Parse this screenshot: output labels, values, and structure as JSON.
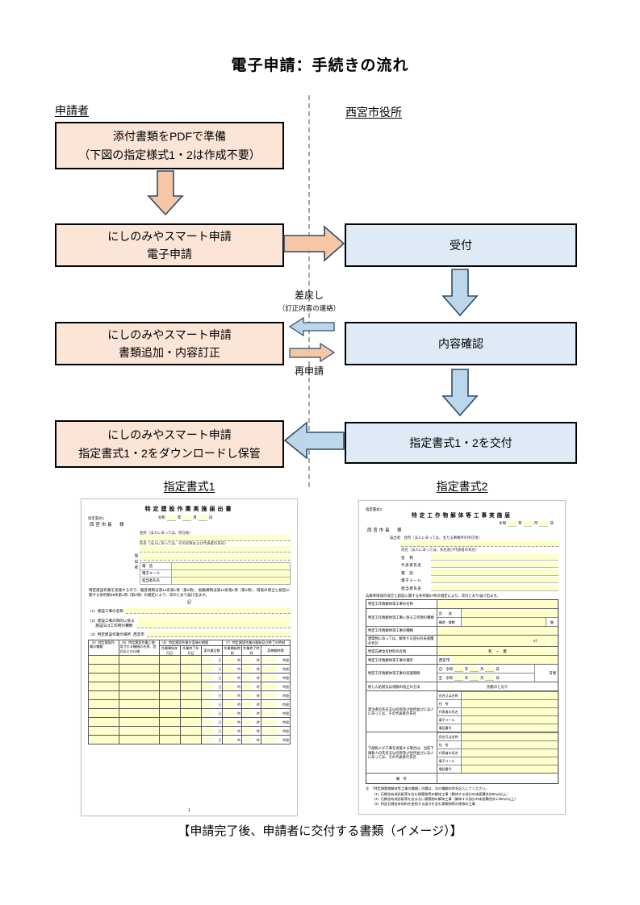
{
  "title": "電子申請：手続きの流れ",
  "lanes": {
    "applicant": "申請者",
    "city": "西宮市役所"
  },
  "flow": {
    "prepare": {
      "line1": "添付書類をPDFで準備",
      "line2": "（下図の指定様式1・2は作成不要）"
    },
    "submit": {
      "line1": "にしのみやスマート申請",
      "line2": "電子申請"
    },
    "reception": "受付",
    "correction": {
      "line1": "にしのみやスマート申請",
      "line2": "書類追加・内容訂正"
    },
    "confirm": "内容確認",
    "download": {
      "line1": "にしのみやスマート申請",
      "line2": "指定書式1・2をダウンロードし保管"
    },
    "issue": "指定書式1・2を交付",
    "return_label": "差戻し",
    "return_note": "（訂正内容の連絡）",
    "resubmit_label": "再申請"
  },
  "form1": {
    "heading": "指定書式1",
    "form_id": "指定書式1",
    "title": "特定建設作業実施届出書",
    "date": {
      "era": "令和",
      "y": "年",
      "m": "月",
      "d": "日"
    },
    "mayor": "西宮市長　様",
    "address_label": "住所（法人にあっては、所在地）",
    "submitter_label": "届出者",
    "name_label": "氏名（法人にあっては、その名称および代表者の氏名）",
    "tel_label": "電　話",
    "email_label": "電子メール",
    "contact_label": "担当者氏名",
    "body": "特定建設作業を実施するので、騒音規制法第14条第1項（第2項）、振動規制法第14条第1項（第2項）、環境の保全と創造に関する条例第59条第1項（第2項）の規定により、次のとおり届け出ます。",
    "ki": "記",
    "item1_label": "（1）建設工事の名称",
    "item2_label": "（2）建設工事の目的に係る\n　　施設又は工作物の種類",
    "item3_label": "（3）特定建設作業の場所",
    "item3_value": "西宮市",
    "table": {
      "col4": "（4）特定建設作業の種類",
      "col5": "（5）特定建設作業に使用される機械の名称、型式および仕様",
      "col6": "（6）特定建設作業の実施の期間",
      "col7": "（7）特定建設作業の開始及び終了の時刻",
      "col6a": "作業開始年月日",
      "col6b": "作業終了年月日",
      "col6c": "実作業日数",
      "col7a": "作業開始時刻",
      "col7b": "作業終了時刻",
      "col7c": "実稼動時間",
      "rows": [
        {
          "days": "日",
          "start": "時",
          "end": "時",
          "hours": "時間"
        },
        {
          "days": "日",
          "start": "時",
          "end": "時",
          "hours": "時間"
        },
        {
          "days": "日",
          "start": "時",
          "end": "時",
          "hours": "時間"
        },
        {
          "days": "日",
          "start": "時",
          "end": "時",
          "hours": "時間"
        },
        {
          "days": "日",
          "start": "時",
          "end": "時",
          "hours": "時間"
        },
        {
          "days": "日",
          "start": "時",
          "end": "時",
          "hours": "時間"
        },
        {
          "days": "日",
          "start": "時",
          "end": "時",
          "hours": "時間"
        },
        {
          "days": "日",
          "start": "時",
          "end": "時",
          "hours": "時間"
        },
        {
          "days": "日",
          "start": "時",
          "end": "時",
          "hours": "時間"
        },
        {
          "days": "日",
          "start": "時",
          "end": "時",
          "hours": "時間"
        }
      ]
    },
    "page_number": "1"
  },
  "form2": {
    "heading": "指定書式2",
    "form_id": "指定書式2",
    "title": "特定工作物解体等工事実施届",
    "date": {
      "era": "令和",
      "y": "年",
      "m": "月",
      "d": "日"
    },
    "mayor": "西宮市長　様",
    "submitter_label": "届出者",
    "address_label": "住所（法人にあっては、主たる事務所の所在地）",
    "name_note_label": "氏名（法人にあっては、氏名及び代表者の氏名）",
    "fields": [
      "名　称",
      "代表者氏名",
      "電　話",
      "電子メール",
      "担当者氏名"
    ],
    "body": "兵庫県環境の保全と創造に関する条例第57条の規定により、次のとおり届け出ます。",
    "rows": {
      "r1_label": "特定工作物解体等工事の名称",
      "r2_label": "特定工作物解体等工事に係る工作物の種類",
      "r2a": "用　　途",
      "r2b": "構造・階数",
      "r2b_unit": "階",
      "r3_label": "特定工作物解体等工事の種類",
      "r4_label": "建築物にあっては、解体する部分の床面積の合計",
      "r4_unit": "㎡",
      "r5_label": "特定石綿含有材料の有無",
      "r5_value": "有　・　無",
      "r6_label": "特定工作物解体等工事の場所",
      "r6_value": "西宮市",
      "r7_label": "特定工作物解体等工事の実施期間",
      "r7_from": "自　令和",
      "r7_to": "至　令和",
      "y": "年",
      "m": "月",
      "d": "日",
      "r7_unit": "日間",
      "r8_label": "粉じん処理又は飛散の防止の方法",
      "r8_value": "別紙のとおり",
      "r9_label": "発注者の氏名又は名称及び住所並びに法人にあっては、その代表者の氏名",
      "r10_label": "下請負人が工事を実施する場合は、当該下請負人の氏名又は名称及び住所並びに法人にあっては、その代表者の氏名",
      "contact_fields": [
        "氏名又は名称",
        "住　所",
        "代表者の氏名",
        "電子メール",
        "電話番号"
      ],
      "r11_label": "備　考"
    },
    "note": {
      "intro": "注　「特定建築物解体等工事の種類」の欄は、次の種類の別を記入してください。",
      "items": [
        "（1）石綿含有成形板等を含む建築物等の解体工事（解体する部分の床面積合計80㎡以上）",
        "（2）石綿含有成形板等を含まない建築物の解体工事（解体する部分の床面積合計1,000㎡以上）",
        "（3）特定石綿含有材料を使用する部分を含む建築物等の改修の工事"
      ]
    }
  },
  "caption": "【申請完了後、申請者に交付する書類（イメージ）】",
  "colors": {
    "applicant_box_fill": "#FBE5D6",
    "city_box_fill": "#DEEAF5",
    "orange_arrow_fill": "#F6C7A5",
    "blue_arrow_fill": "#BDD7EA",
    "arrow_outline": "#2F4B6C",
    "field_yellow": "#FFFFCC"
  }
}
